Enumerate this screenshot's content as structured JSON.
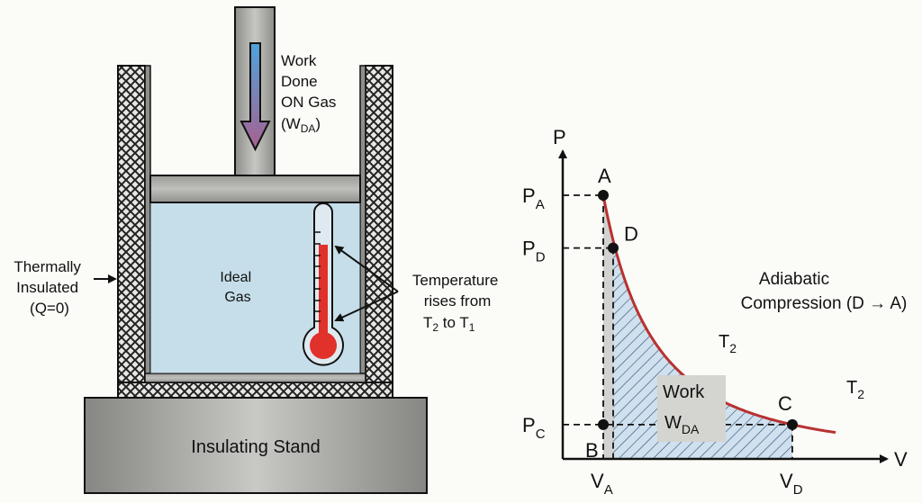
{
  "apparatus": {
    "work_label": [
      "Work",
      "Done",
      "ON Gas"
    ],
    "work_symbol": {
      "main": "(W",
      "sub": "DA",
      "end": ")"
    },
    "insulation_label": [
      "Thermally",
      "Insulated",
      "(Q=0)"
    ],
    "gas_label": [
      "Ideal",
      "Gas"
    ],
    "temperature_label": [
      "Temperature",
      "rises from"
    ],
    "temperature_range": {
      "t_from": "T",
      "t_from_sub": "2",
      "mid": " to ",
      "t_to": "T",
      "t_to_sub": "1"
    },
    "stand_label": "Insulating Stand",
    "thermometer_fill_fraction": 0.82,
    "colors": {
      "gas": "#c6dee9",
      "thermometer_fluid": "#e0312b",
      "arrow_top": "#4fa3dc",
      "arrow_bottom": "#a8608f",
      "metal": "#a7a8a4"
    }
  },
  "chart_data": {
    "type": "line",
    "title": "Adiabatic Compression (D → A)",
    "xlabel": "V",
    "ylabel": "P",
    "x_ticks": [
      {
        "main": "V",
        "sub": "A"
      },
      {
        "main": "V",
        "sub": "D"
      }
    ],
    "y_ticks": [
      {
        "main": "P",
        "sub": "A"
      },
      {
        "main": "P",
        "sub": "D"
      },
      {
        "main": "P",
        "sub": "C"
      }
    ],
    "points": [
      {
        "name": "A",
        "v": 1.0,
        "p": 1.0
      },
      {
        "name": "D",
        "v": 1.11,
        "p": 0.8
      },
      {
        "name": "C",
        "v": 3.1,
        "p": 0.13
      },
      {
        "name": "B",
        "v": 1.0,
        "p": 0.13
      }
    ],
    "curve_label": {
      "main": "T",
      "sub": "2"
    },
    "point_c_label": {
      "main": "T",
      "sub": "2"
    },
    "area_label": {
      "line1": "Work",
      "main": "W",
      "sub": "DA"
    },
    "colors": {
      "curve": "#b8312f",
      "hatch_fill": "#cfe0ee",
      "hatch_line": "#2e4a6e",
      "gray_strip": "#d2d2d0"
    }
  }
}
